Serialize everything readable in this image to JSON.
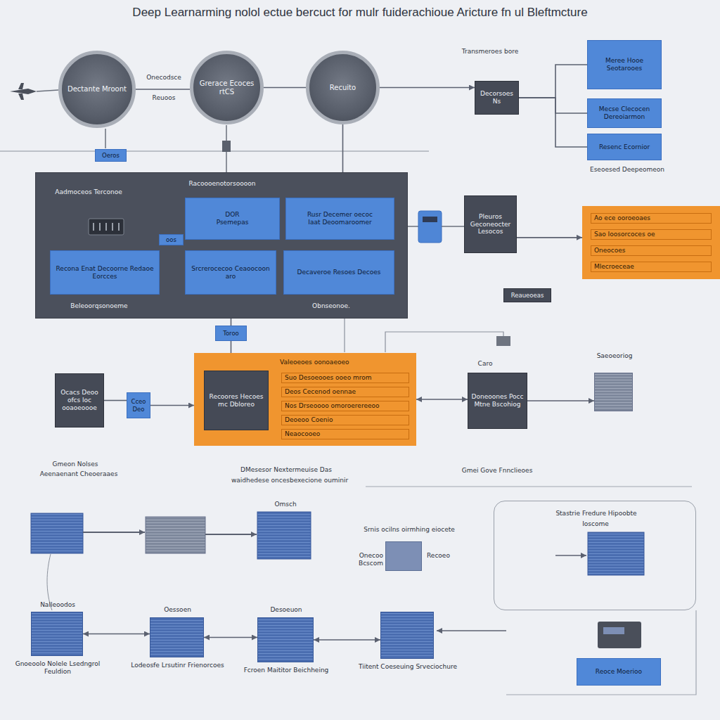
{
  "diagram": {
    "title": "Deep Learnarming nolol ectue bercuct for mulr fuiderachioue Aricture fn ul Bleftmcture",
    "nodes": [
      {
        "text": [
          "Dectante Mroont"
        ]
      },
      {
        "text": [
          "Grerace Ecoces",
          "rtCS"
        ]
      },
      {
        "text": [
          "Recuito"
        ]
      },
      {
        "text": [
          "Decorsoes Ns"
        ]
      },
      {
        "text": [
          "Meree Hooe Seotarooes"
        ]
      },
      {
        "text": [
          "Mecse Clecocen Dereoiarmon"
        ]
      },
      {
        "text": [
          "Resenc Ecornior"
        ]
      },
      {
        "text": [
          "Oeros"
        ]
      },
      {
        "text": [
          "Racoooenotorsoooon",
          "Aadmoceos Terconoe",
          "Beleoorqsonoeme",
          "Obnseonoe."
        ]
      },
      {
        "text": [
          "DOR",
          "Psemepas"
        ],
        "in": 8
      },
      {
        "text": [
          "Rusr Decemer oecoc",
          "Iaat Deoomaroomer"
        ],
        "in": 8
      },
      {
        "text": [
          "Recona Enat Decoorne Redaoe Eorcces"
        ],
        "in": 8
      },
      {
        "text": [
          "Srcrerocecoo Ceaoocoon aro"
        ],
        "in": 8
      },
      {
        "text": [
          "Decaveroe Resoes Decoes"
        ],
        "in": 8
      },
      {
        "text": [
          "oos"
        ]
      },
      {
        "text": [
          "Pleuros Geconeocter Lesocos"
        ]
      },
      {
        "text": [
          "Ao ece ooroeoaes",
          "Sao Ioosorcoces oe",
          "Oneocoes",
          "Mlecroeceae"
        ]
      },
      {
        "text": [
          "Reaueoeas"
        ]
      },
      {
        "text": [
          "Toroo"
        ]
      },
      {
        "text": [
          "Ocacs Deoo ofcs loc ooaoeoooe"
        ]
      },
      {
        "text": [
          "Cceo Deo"
        ]
      },
      {
        "text": [
          "Valeoeoes oonoaeoeo",
          "Suo Desoeooes ooeo mrom",
          "Deos Cecenod oennae",
          "Nos Drseoooo omoroerereeoo",
          "Deoeoo Coenio",
          "Neaocooeo"
        ]
      },
      {
        "text": [
          "Recoores Hecoes mc Dbloreo"
        ],
        "in": 21
      },
      {
        "text": [
          "Doneoones Pocc Mtne Bscohiog"
        ]
      },
      {
        "text": [
          "Saeoeoriog"
        ]
      },
      {
        "text": [
          "Onecoo Bcscom",
          "Recoeo"
        ]
      },
      {
        "text": [
          "Stastrie Fredure Hipoobte",
          "Ioscome"
        ]
      },
      {
        "text": [
          "Nalleoodos",
          "Gnoeoolo Nolele Lsedngrol Feuldion"
        ]
      },
      {
        "text": [
          "Oessoen",
          "Lodeosfe Lrsutinr Frienorcoes"
        ]
      },
      {
        "text": [
          "Desoeuon",
          "Fcroen Maititor Beichheing"
        ]
      },
      {
        "text": [
          "Tiitent Coeseuing Srveciochure"
        ]
      },
      {
        "text": [
          "Reoce Moerioo"
        ]
      }
    ],
    "edges": [
      {
        "from": 0,
        "to": 1,
        "arrow": "none"
      },
      {
        "from": 1,
        "to": 2,
        "arrow": "none"
      },
      {
        "from": 2,
        "to": 3,
        "arrow": "to"
      },
      {
        "from": 3,
        "to": 4,
        "arrow": "none"
      },
      {
        "from": 3,
        "to": 5,
        "arrow": "none"
      },
      {
        "from": 3,
        "to": 6,
        "arrow": "none"
      },
      {
        "from": 2,
        "to": 8,
        "arrow": "none"
      },
      {
        "from": 8,
        "to": 18,
        "arrow": "none"
      },
      {
        "from": 18,
        "to": 21,
        "arrow": "none"
      },
      {
        "from": 15,
        "to": 16,
        "arrow": "to"
      },
      {
        "from": 19,
        "to": 20,
        "arrow": "none"
      },
      {
        "from": 20,
        "to": 21,
        "arrow": "to"
      },
      {
        "from": 21,
        "to": 23,
        "arrow": "both"
      },
      {
        "from": 23,
        "to": 24,
        "arrow": "to"
      },
      {
        "from": 27,
        "to": 28,
        "arrow": "both"
      },
      {
        "from": 28,
        "to": 29,
        "arrow": "both"
      },
      {
        "from": 29,
        "to": 30,
        "arrow": "both"
      }
    ],
    "labels": [
      "Onecodsce",
      "Reuoos",
      "Transmeroes bore",
      "Eseoesed Deepeomeon",
      "Caro",
      "Gmeon Nolses",
      "Aeenaenant Cheoeraaes",
      "DMesesor Nextermeuise Das",
      "waidhedese oncesbexecione ouminir",
      "Gmei Gove Fnnclieoes",
      "Srnis ocilns oirmhing eiocete",
      "Omsch"
    ]
  }
}
